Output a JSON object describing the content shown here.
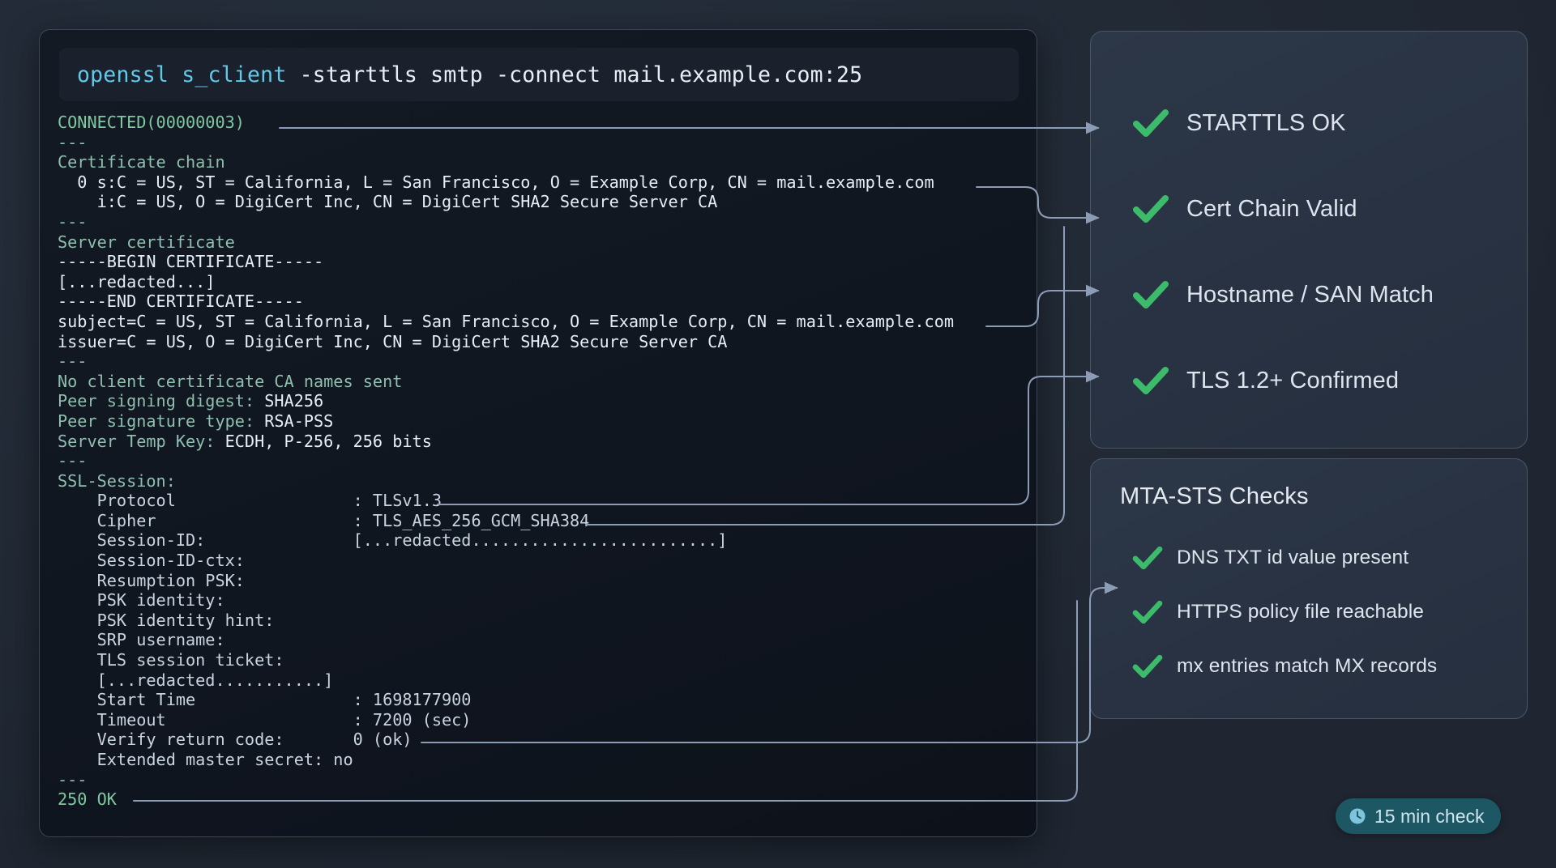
{
  "terminal": {
    "command": {
      "program": "openssl s_client",
      "args": " -starttls smtp -connect mail.example.com:25",
      "full": "openssl s_client -starttls smtp -connect mail.example.com:25"
    },
    "lines": [
      {
        "text": "CONNECTED(00000003)",
        "style": "green"
      },
      {
        "text": "---",
        "style": "g"
      },
      {
        "text": "Certificate chain",
        "style": "g"
      },
      {
        "text": "  0 s:C = US, ST = California, L = San Francisco, O = Example Corp, CN = mail.example.com",
        "style": "l"
      },
      {
        "text": "    i:C = US, O = DigiCert Inc, CN = DigiCert SHA2 Secure Server CA",
        "style": "l"
      },
      {
        "text": "---",
        "style": "g"
      },
      {
        "text": "Server certificate",
        "style": "g"
      },
      {
        "text": "-----BEGIN CERTIFICATE-----",
        "style": "l"
      },
      {
        "text": "[...redacted...]",
        "style": "l"
      },
      {
        "text": "-----END CERTIFICATE-----",
        "style": "l"
      },
      {
        "text": "subject=C = US, ST = California, L = San Francisco, O = Example Corp, CN = mail.example.com",
        "style": "l"
      },
      {
        "text": "issuer=C = US, O = DigiCert Inc, CN = DigiCert SHA2 Secure Server CA",
        "style": "l"
      },
      {
        "text": "---",
        "style": "g"
      },
      {
        "text": "No client certificate CA names sent",
        "style": "g"
      },
      {
        "text": "Peer signing digest: SHA256",
        "style": "g",
        "split": 20
      },
      {
        "text": "Peer signature type: RSA-PSS",
        "style": "g",
        "split": 20
      },
      {
        "text": "Server Temp Key: ECDH, P-256, 256 bits",
        "style": "g",
        "split": 16
      },
      {
        "text": "---",
        "style": "g"
      },
      {
        "text": "SSL-Session:",
        "style": "g"
      },
      {
        "text": "    Protocol                  : TLSv1.3",
        "style": "dim"
      },
      {
        "text": "    Cipher                    : TLS_AES_256_GCM_SHA384",
        "style": "dim"
      },
      {
        "text": "    Session-ID:               [...redacted.........................]",
        "style": "dim"
      },
      {
        "text": "    Session-ID-ctx:",
        "style": "dim"
      },
      {
        "text": "    Resumption PSK:",
        "style": "dim"
      },
      {
        "text": "    PSK identity:",
        "style": "dim"
      },
      {
        "text": "    PSK identity hint:",
        "style": "dim"
      },
      {
        "text": "    SRP username:",
        "style": "dim"
      },
      {
        "text": "    TLS session ticket:",
        "style": "dim"
      },
      {
        "text": "    [...redacted...........]",
        "style": "dim"
      },
      {
        "text": "    Start Time                : 1698177900",
        "style": "dim"
      },
      {
        "text": "    Timeout                   : 7200 (sec)",
        "style": "dim"
      },
      {
        "text": "    Verify return code:       0 (ok)",
        "style": "dim"
      },
      {
        "text": "    Extended master secret: no",
        "style": "dim"
      },
      {
        "text": "---",
        "style": "g"
      },
      {
        "text": "250 OK",
        "style": "green"
      }
    ]
  },
  "results_panel": {
    "checks": [
      {
        "label": "STARTTLS OK",
        "icon": "check-icon"
      },
      {
        "label": "Cert Chain Valid",
        "icon": "check-icon"
      },
      {
        "label": "Hostname / SAN Match",
        "icon": "check-icon"
      },
      {
        "label": "TLS 1.2+ Confirmed",
        "icon": "check-icon"
      }
    ]
  },
  "mta_panel": {
    "title": "MTA-STS Checks",
    "checks": [
      {
        "label": "DNS TXT id value present",
        "icon": "check-icon"
      },
      {
        "label": "HTTPS policy file reachable",
        "icon": "check-icon"
      },
      {
        "label": "mx entries match MX records",
        "icon": "check-icon"
      }
    ]
  },
  "badge": {
    "icon": "clock-icon",
    "text": "15 min check"
  },
  "colors": {
    "page_background": "#232b38",
    "terminal_background": "#101620",
    "terminal_border": "#3c4657",
    "panel_background": "#2a3443",
    "panel_border": "#4a5668",
    "check_green": "#3cbb6a",
    "terminal_green": "#7fc8a0",
    "terminal_teal_label": "#8fbfae",
    "terminal_white": "#e6edf5",
    "command_accent": "#61c8e8",
    "badge_background": "#1d5763",
    "badge_text": "#cfe6f1",
    "wire": "#8c9cb5"
  }
}
